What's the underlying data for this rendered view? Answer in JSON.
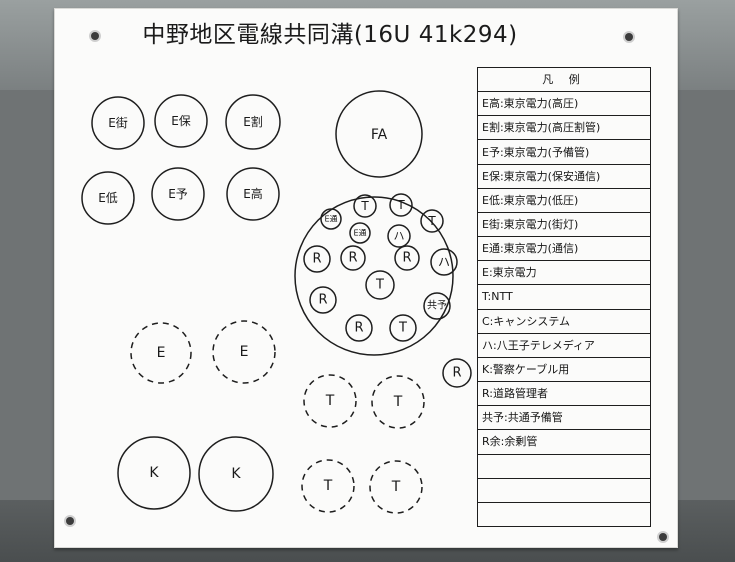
{
  "title": "中野地区電線共同溝(16U  41k294)",
  "legend": {
    "heading": "凡 例",
    "rows": [
      "E高:東京電力(高圧)",
      "E割:東京電力(高圧割管)",
      "E予:東京電力(予備管)",
      "E保:東京電力(保安通信)",
      "E低:東京電力(低圧)",
      "E街:東京電力(街灯)",
      "E通:東京電力(通信)",
      "E:東京電力",
      "T:NTT",
      "C:キャンシステム",
      "ハ:八王子テレメディア",
      "K:警察ケーブル用",
      "R:道路管理者",
      "共予:共通予備管",
      "R余:余剰管",
      "",
      "",
      ""
    ]
  },
  "conduits": {
    "e_gai": "E街",
    "e_ho": "E保",
    "e_katsu": "E割",
    "fa": "FA",
    "e_tei": "E低",
    "e_yo": "E予",
    "e_ko": "E高",
    "e_dashed_1": "E",
    "e_dashed_2": "E",
    "k_1": "K",
    "k_2": "K",
    "r_single": "R",
    "t_dashed_1": "T",
    "t_dashed_2": "T",
    "t_dashed_3": "T",
    "t_dashed_4": "T"
  },
  "bundle": {
    "e_tsu_1": "E通",
    "e_tsu_2": "E通",
    "t_1": "T",
    "t_2": "T",
    "t_3": "T",
    "ha_1": "ハ",
    "ha_2": "ハ",
    "r_1": "R",
    "r_2": "R",
    "r_3": "R",
    "r_4": "R",
    "r_5": "R",
    "t_4": "T",
    "t_5": "T",
    "kyo_yo": "共予"
  }
}
